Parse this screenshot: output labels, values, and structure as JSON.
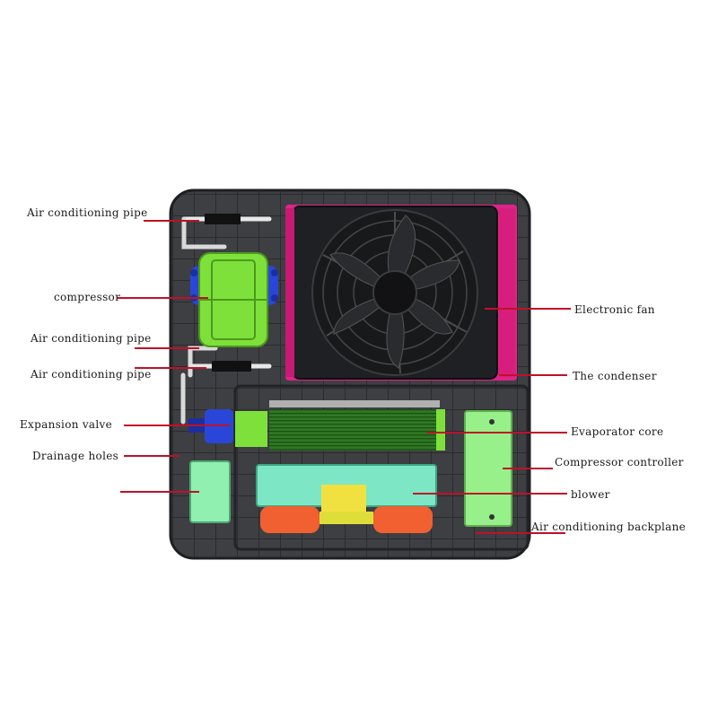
{
  "labels": {
    "ac_pipe_top": "Air conditioning pipe",
    "compressor": "compressor",
    "ac_pipe_mid": "Air conditioning pipe",
    "ac_pipe_low": "Air conditioning pipe",
    "expansion_valve": "Expansion valve",
    "drainage_holes": "Drainage holes",
    "electronic_fan": "Electronic fan",
    "condenser": "The condenser",
    "evaporator_core": "Evaporator core",
    "compressor_controller": "Compressor controller",
    "blower": "blower",
    "backplane": "Air conditioning backplane"
  },
  "colors": {
    "leader_line": "#c0102a",
    "backplane": "#3e3f43",
    "compressor": "#7ee03a",
    "compressor_clamp": "#2a46d8",
    "condenser_frame": "#e0238a",
    "evaporator_core": "#3f8f2e",
    "controller": "#98f08a",
    "blower_housing": "#7de6c4",
    "blower_motor": "#f06030",
    "fan_dark": "#1c1d20"
  },
  "icons": [
    "fan-icon",
    "compressor-icon",
    "evaporator-icon",
    "blower-icon"
  ]
}
